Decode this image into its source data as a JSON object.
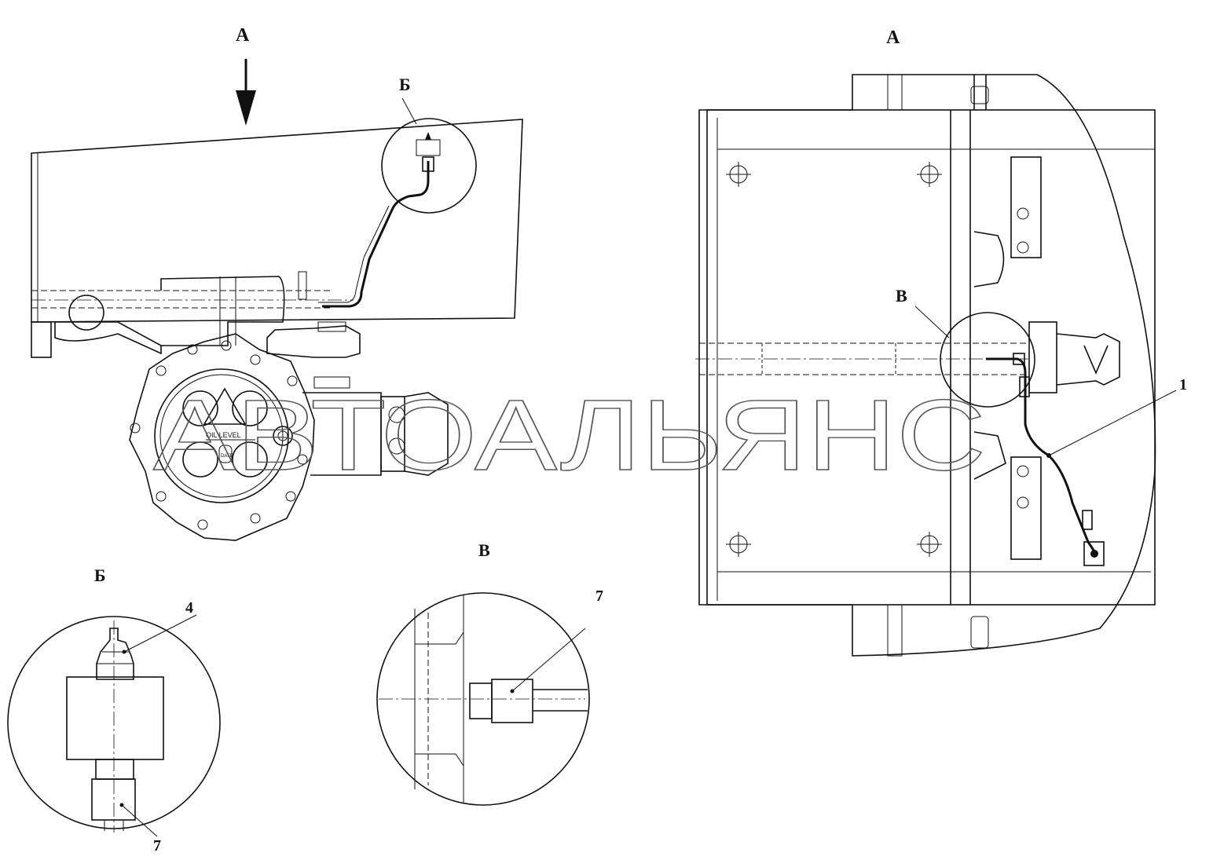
{
  "labels": {
    "view_a_left": "А",
    "view_a_right": "А",
    "detail_b_top": "Б",
    "detail_b_bottom": "Б",
    "detail_v_top": "В",
    "detail_v_bottom": "В",
    "callout_1": "1",
    "callout_4": "4",
    "callout_7_b": "7",
    "callout_7_v": "7"
  },
  "housing_text": {
    "oil_level": "OIL LEVEL",
    "date": "DATE"
  },
  "watermark": "АВТОАЛЬЯНС"
}
